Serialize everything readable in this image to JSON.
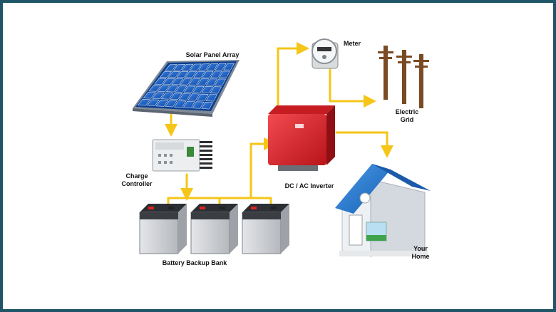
{
  "labels": {
    "solar_panel_array": "Solar Panel Array",
    "charge_controller": "Charge\nController",
    "battery_backup_bank": "Battery Backup Bank",
    "inverter": "DC / AC Inverter",
    "meter": "Meter",
    "electric_grid": "Electric\nGrid",
    "your_home": "Your\nHome"
  },
  "colors": {
    "border": "#1f5566",
    "connector": "#f5c518",
    "panel_cell": "#1e63c8",
    "inverter_body": "#e3242b",
    "roof": "#1e78d2",
    "battery": "#c9ccd1"
  },
  "icons": {
    "solar_panel": "solar-panel-icon",
    "charge_controller": "charge-controller-icon",
    "battery": "battery-icon",
    "inverter": "inverter-icon",
    "meter": "electric-meter-icon",
    "utility_pole": "utility-pole-icon",
    "house": "house-icon"
  }
}
